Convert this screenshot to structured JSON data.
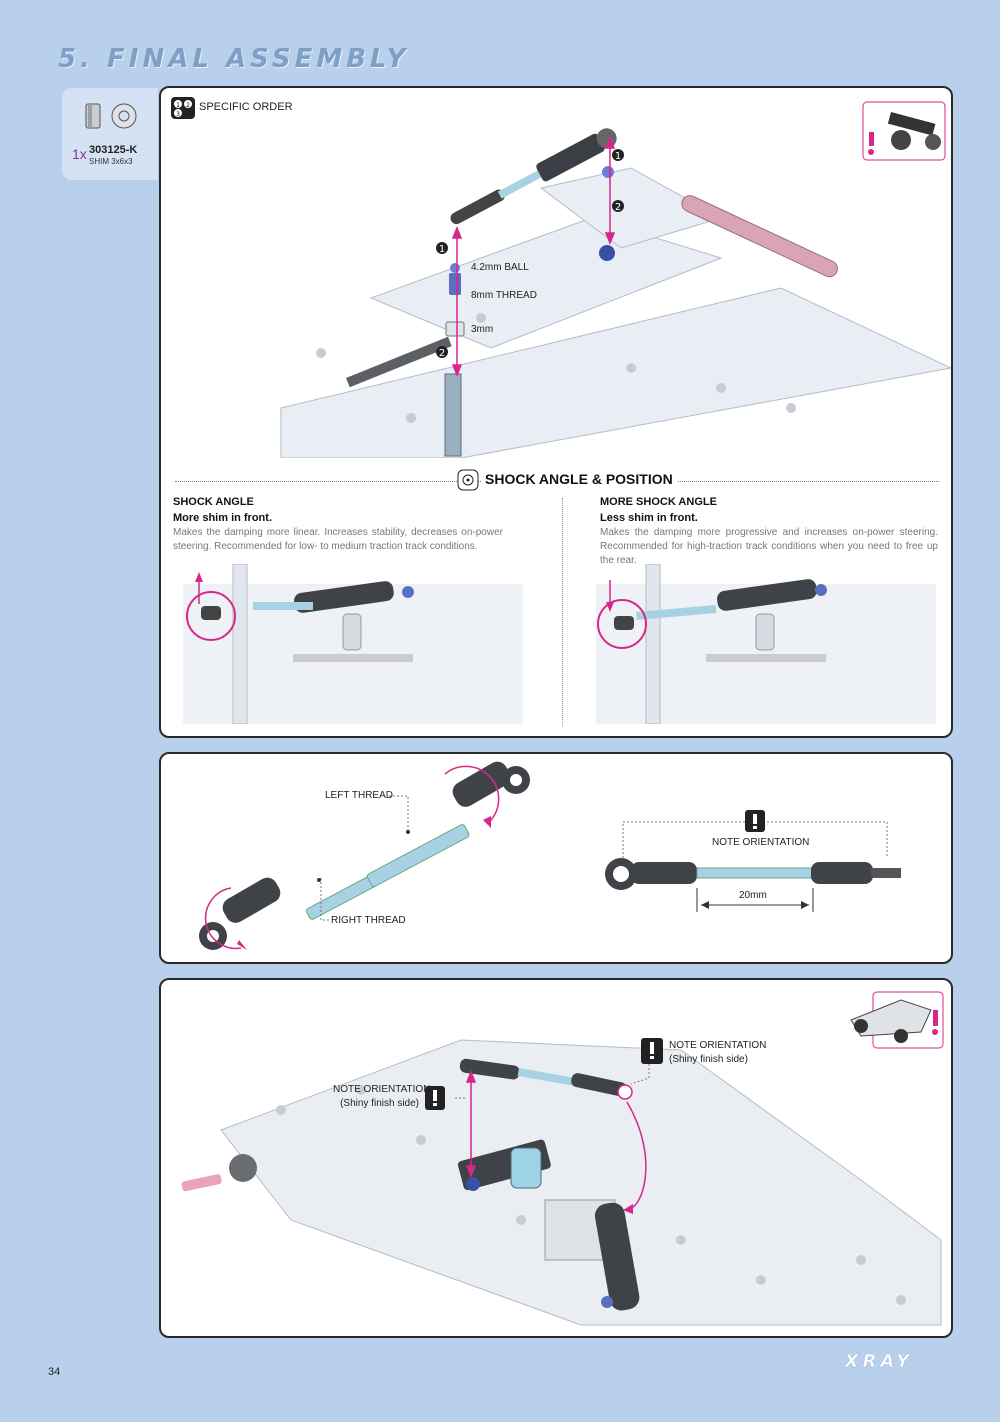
{
  "page": {
    "title": "5. FINAL ASSEMBLY",
    "page_number": "34",
    "brand": "XRAY"
  },
  "parts": {
    "qty": "1x",
    "code": "303125-K",
    "desc": "SHIM 3x6x3"
  },
  "panel1": {
    "order_label": "SPECIFIC ORDER",
    "step1": "❶",
    "step2": "❷",
    "ball_label": "4.2mm BALL",
    "thread_label": "8mm THREAD",
    "shim_label": "3mm"
  },
  "shock": {
    "title": "SHOCK ANGLE & POSITION",
    "left": {
      "heading": "SHOCK ANGLE",
      "subheading": "More shim in front.",
      "text": "Makes the damping more linear. Increases stability, decreases on-power steering. Recommended for low- to medium traction track conditions."
    },
    "right": {
      "heading": "MORE SHOCK ANGLE",
      "subheading": "Less shim in front.",
      "text": "Makes the damping more progressive and increases on-power steering. Recommended for high-traction track conditions when you need to free up the rear."
    }
  },
  "panel2": {
    "left_thread": "LEFT THREAD",
    "right_thread": "RIGHT THREAD",
    "note": "NOTE ORIENTATION",
    "dimension": "20mm"
  },
  "panel3": {
    "note1_title": "NOTE ORIENTATION",
    "note1_sub": "(Shiny finish side)",
    "note2_title": "NOTE ORIENTATION",
    "note2_sub": "(Shiny finish side)"
  },
  "colors": {
    "background": "#b9d0ec",
    "accent": "#d6278a",
    "title": "#7f9fc7",
    "metal_blue": "#9ed3e6",
    "dark_part": "#3a3d42"
  }
}
